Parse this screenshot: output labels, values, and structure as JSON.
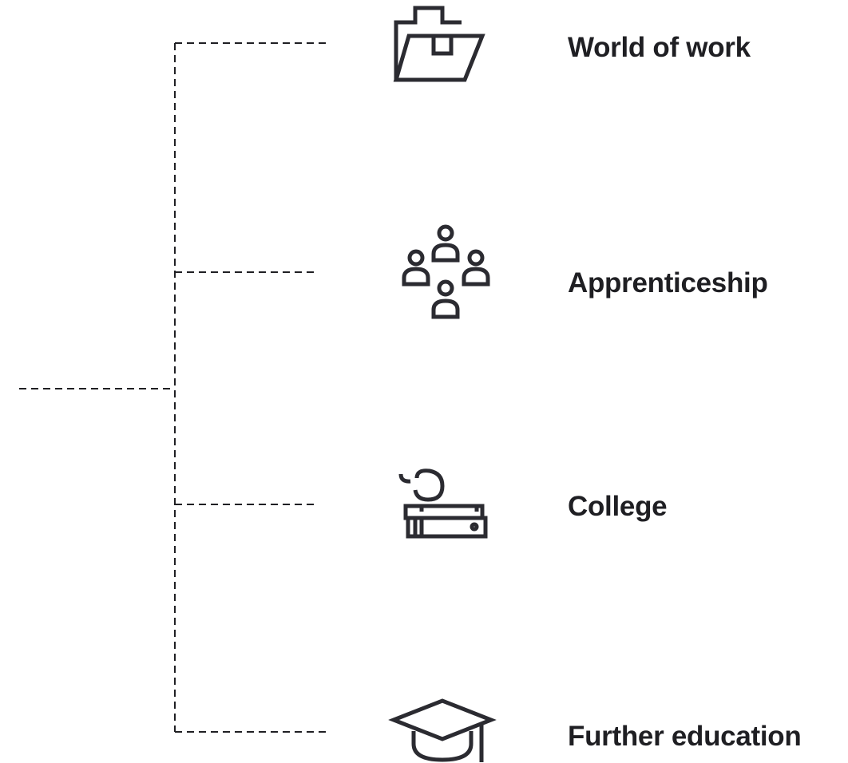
{
  "colors": {
    "connector": "#1f1f23",
    "icon": "#2b2b31",
    "label": "#1f1f23"
  },
  "options": [
    {
      "label": "World of work",
      "icon": "folder-briefcase-icon"
    },
    {
      "label": "Apprenticeship",
      "icon": "people-group-icon"
    },
    {
      "label": "College",
      "icon": "apple-on-books-icon"
    },
    {
      "label": "Further education",
      "icon": "graduation-cap-icon"
    }
  ]
}
